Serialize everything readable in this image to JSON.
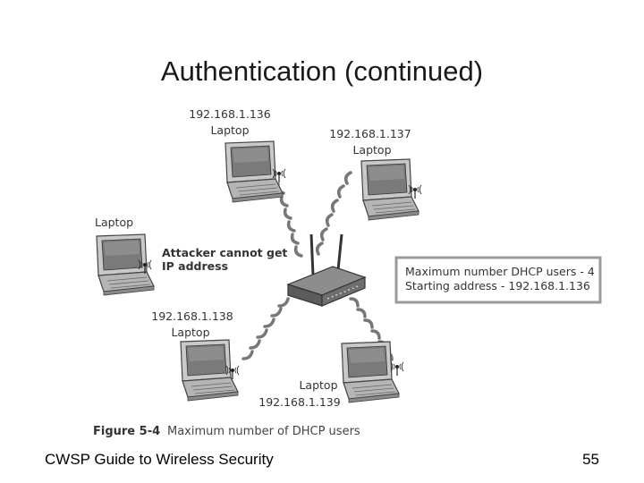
{
  "slide": {
    "title": "Authentication (continued)",
    "footer_left": "CWSP Guide to Wireless Security",
    "page_number": "55"
  },
  "figure": {
    "number": "Figure 5-4",
    "caption": "Maximum number of DHCP users",
    "laptops": [
      {
        "ip": "192.168.1.136",
        "label": "Laptop"
      },
      {
        "ip": "192.168.1.137",
        "label": "Laptop"
      },
      {
        "ip": "",
        "label": "Laptop"
      },
      {
        "ip": "192.168.1.138",
        "label": "Laptop"
      },
      {
        "ip": "192.168.1.139",
        "label": "Laptop"
      }
    ],
    "attacker_note": {
      "line1": "Attacker cannot get",
      "line2": "IP address"
    },
    "dhcp_box": {
      "line1": "Maximum number DHCP users - 4",
      "line2": "Starting address - 192.168.1.136"
    }
  }
}
